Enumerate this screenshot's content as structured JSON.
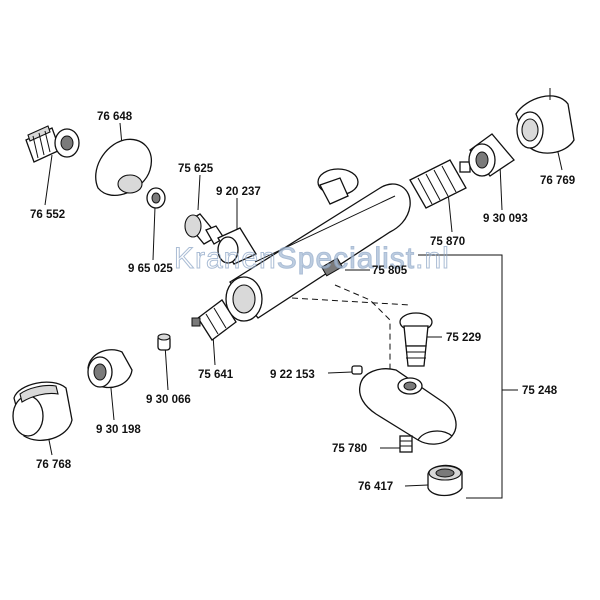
{
  "labels": {
    "p76648": "76 648",
    "p76552": "76 552",
    "p75625": "75 625",
    "p920237": "9 20 237",
    "p965025": "9 65 025",
    "p75870": "75 870",
    "p930093": "9 30 093",
    "p76769": "76 769",
    "p75805": "75 805",
    "p75229": "75 229",
    "p75641": "75 641",
    "p922153": "9 22 153",
    "p75248": "75 248",
    "p930066": "9 30 066",
    "p930198": "9 30 198",
    "p76768": "76 768",
    "p75780": "75 780",
    "p76417": "76 417"
  },
  "watermark": {
    "prefix": "Kranen",
    "highlight": "Specialist",
    "suffix": ".nl",
    "brand_color": "#8fa8c8"
  }
}
